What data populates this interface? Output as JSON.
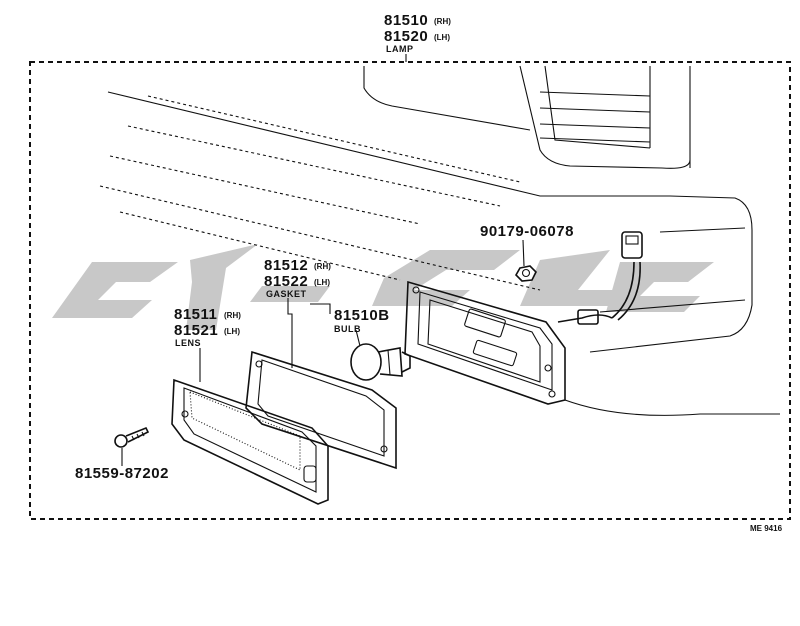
{
  "callouts": {
    "lamp": {
      "rh": "81510",
      "rh_side": "(RH)",
      "lh": "81520",
      "lh_side": "(LH)",
      "name": "LAMP"
    },
    "nut": {
      "part_no": "90179-06078"
    },
    "gasket": {
      "rh": "81512",
      "rh_side": "(RH)",
      "lh": "81522",
      "lh_side": "(LH)",
      "name": "GASKET"
    },
    "bulb": {
      "part_no": "81510B",
      "name": "BULB"
    },
    "lens": {
      "rh": "81511",
      "rh_side": "(RH)",
      "lh": "81521",
      "lh_side": "(LH)",
      "name": "LENS"
    },
    "screw": {
      "part_no": "81559-87202"
    }
  },
  "figure_code": "ME 9416",
  "colors": {
    "line": "#111111",
    "watermark": "#c8c8c8"
  }
}
